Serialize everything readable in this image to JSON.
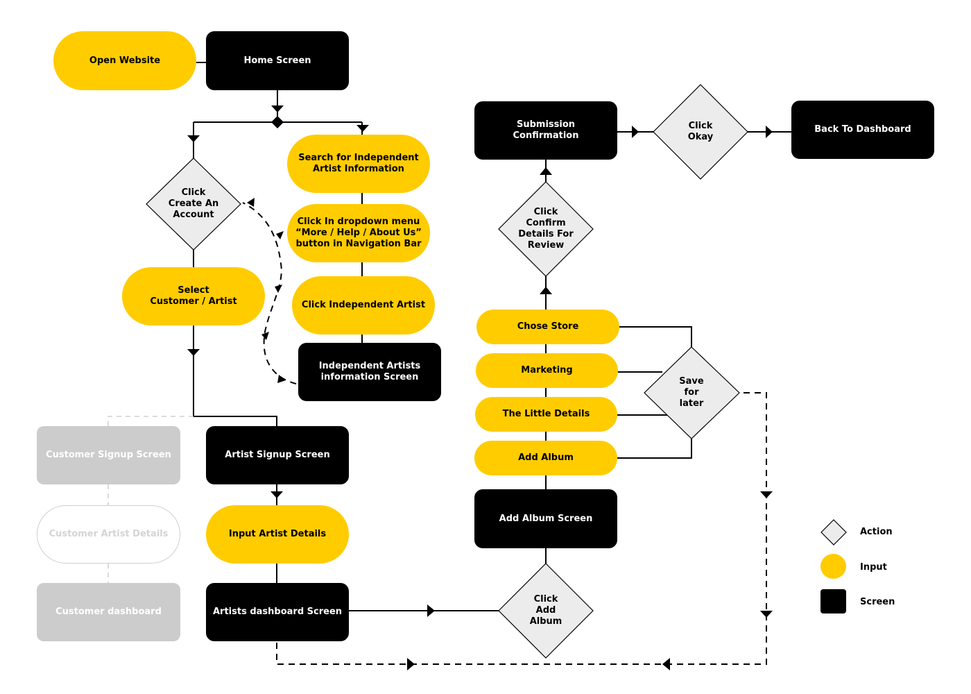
{
  "nodes": {
    "open_website": "Open Website",
    "home_screen": "Home Screen",
    "search_artist_info": "Search for Independent\nArtist Information",
    "click_dropdown": "Click In dropdown menu\n“More / Help / About Us”\nbutton in Navigation Bar",
    "click_independent_artist": "Click Independent Artist",
    "independent_artists_screen": "Independent Artists\ninformation Screen",
    "click_create_account": "Click\nCreate An\nAccount",
    "select_customer_artist": "Select\nCustomer / Artist",
    "customer_signup_screen": "Customer Signup Screen",
    "customer_artist_details": "Customer Artist Details",
    "customer_dashboard": "Customer dashboard",
    "artist_signup_screen": "Artist Signup Screen",
    "input_artist_details": "Input Artist Details",
    "artists_dashboard_screen": "Artists dashboard Screen",
    "click_add_album": "Click\nAdd\nAlbum",
    "add_album_screen": "Add Album Screen",
    "add_album": "Add Album",
    "the_little_details": "The Little Details",
    "marketing": "Marketing",
    "chose_store": "Chose Store",
    "save_for_later": "Save\nfor\nlater",
    "click_confirm_details": "Click\nConfirm\nDetails For\nReview",
    "submission_confirmation": "Submission\nConfirmation",
    "click_okay": "Click\nOkay",
    "back_to_dashboard": "Back To Dashboard"
  },
  "legend": {
    "action": "Action",
    "input": "Input",
    "screen": "Screen"
  },
  "colors": {
    "input": "#ffcc00",
    "screen": "#000000",
    "action": "#ececec",
    "ghost": "#cccccc"
  }
}
